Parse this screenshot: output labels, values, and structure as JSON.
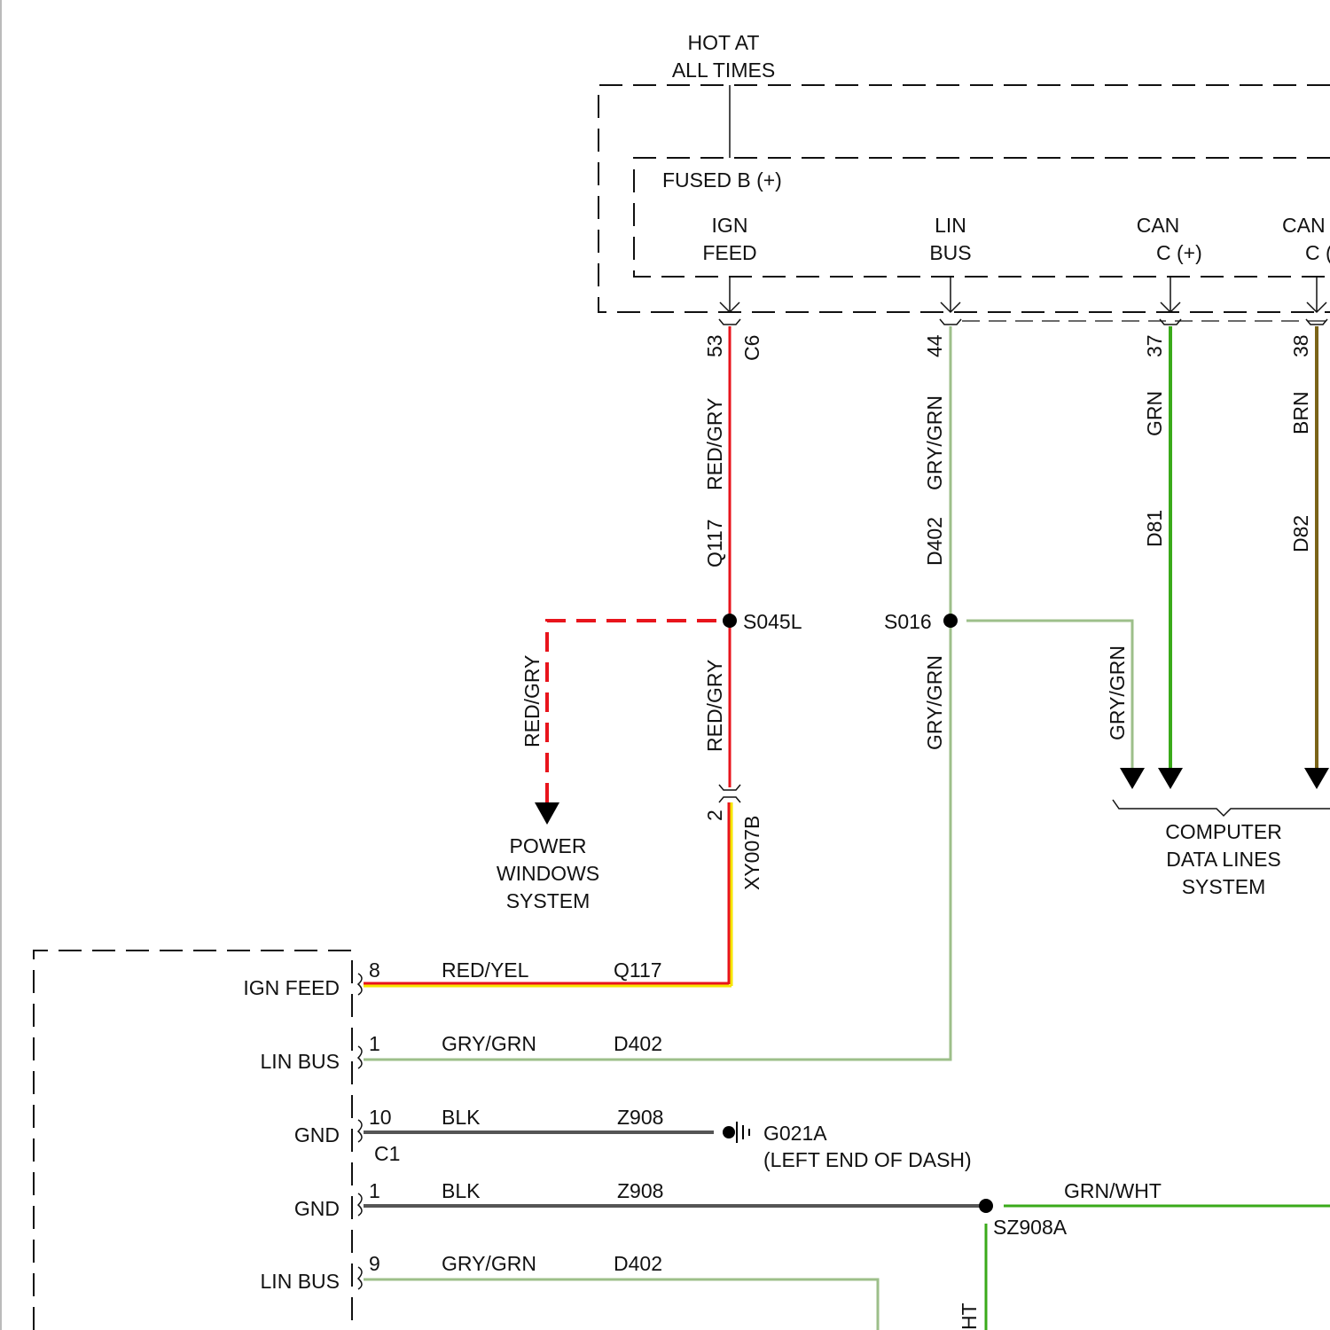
{
  "top": {
    "hot_label_1": "HOT AT",
    "hot_label_2": "ALL TIMES",
    "fused": "FUSED B (+)"
  },
  "module_pins": [
    {
      "line1": "IGN",
      "line2": "FEED",
      "pin": "53",
      "connector": "C6",
      "color": "RED/GRY",
      "circuit": "Q117"
    },
    {
      "line1": "LIN",
      "line2": "BUS",
      "pin": "44",
      "color": "GRY/GRN",
      "circuit": "D402"
    },
    {
      "line1": "CAN",
      "line2": "C (+)",
      "pin": "37",
      "color": "GRN",
      "circuit": "D81"
    },
    {
      "line1": "CAN",
      "line2": "C (",
      "pin": "38",
      "color": "BRN",
      "circuit": "D82"
    }
  ],
  "splices": {
    "s045l": "S045L",
    "s016": "S016",
    "sz908a": "SZ908A"
  },
  "branches": {
    "power_windows_color": "RED/GRY",
    "power_windows_1": "POWER",
    "power_windows_2": "WINDOWS",
    "power_windows_3": "SYSTEM",
    "red_gry_lower": "RED/GRY",
    "gry_grn_lower": "GRY/GRN",
    "gry_grn_branch": "GRY/GRN",
    "inline_pin": "2",
    "inline_connector": "XY007B",
    "data_1": "COMPUTER",
    "data_2": "DATA LINES",
    "data_3": "SYSTEM"
  },
  "lower_module": {
    "connector": "C1",
    "rows": [
      {
        "label": "IGN FEED",
        "pin": "8",
        "color": "RED/YEL",
        "circuit": "Q117"
      },
      {
        "label": "LIN BUS",
        "pin": "1",
        "color": "GRY/GRN",
        "circuit": "D402"
      },
      {
        "label": "GND",
        "pin": "10",
        "color": "BLK",
        "circuit": "Z908"
      },
      {
        "label": "GND",
        "pin": "1",
        "color": "BLK",
        "circuit": "Z908"
      },
      {
        "label": "LIN BUS",
        "pin": "9",
        "color": "GRY/GRN",
        "circuit": "D402"
      }
    ]
  },
  "ground": {
    "name": "G021A",
    "location": "(LEFT END OF DASH)"
  },
  "grn_wht": "GRN/WHT",
  "wire_colors": {
    "red": "#e8141c",
    "yellow": "#f5e600",
    "gry_grn": "#9dbf8a",
    "grn": "#3aaa1a",
    "brn": "#7a6418",
    "blk": "#555555"
  }
}
